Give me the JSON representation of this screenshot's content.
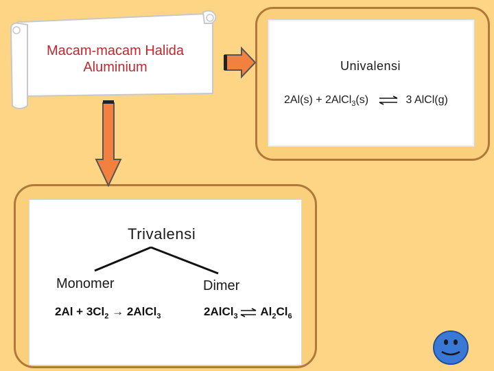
{
  "scroll": {
    "title_line1": "Macam-macam Halida",
    "title_line2": "Aluminium"
  },
  "univalensi": {
    "title": "Univalensi",
    "eq_left": "2Al(s) + 2AlCl",
    "eq_sub1": "3",
    "eq_mid": "(s)",
    "eq_right": "3 AlCl(g)"
  },
  "trivalensi": {
    "title": "Trivalensi",
    "monomer": {
      "label": "Monomer",
      "eq_a": "2Al + 3Cl",
      "eq_a_sub": "2",
      "eq_arrow": " → 2AlCl",
      "eq_b_sub": "3"
    },
    "dimer": {
      "label": "Dimer",
      "eq_a": "2AlCl",
      "eq_a_sub": "3",
      "eq_b": "Al",
      "eq_b_sub1": "2",
      "eq_b_mid": "Cl",
      "eq_b_sub2": "6"
    }
  },
  "colors": {
    "background": "#fdd584",
    "title_red": "#c0282d",
    "arrow_fill": "#f2803e",
    "frame": "#b0793a",
    "smiley": "#3a78d6"
  },
  "icons": {
    "bottom_right": "smiley-face-icon",
    "reaction_arrow": "equilibrium-arrow-icon"
  }
}
